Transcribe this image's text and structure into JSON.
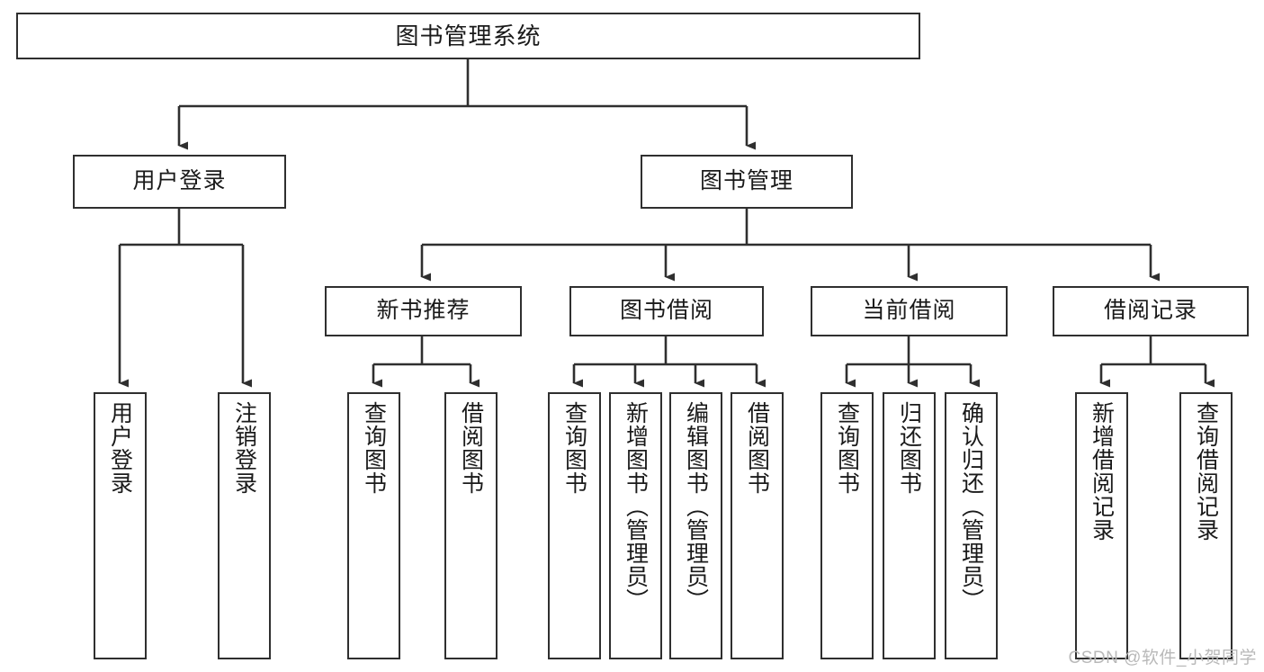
{
  "diagram": {
    "title": "图书管理系统",
    "type": "tree-hierarchy",
    "root": {
      "label": "图书管理系统"
    },
    "level2": [
      {
        "label": "用户登录"
      },
      {
        "label": "图书管理"
      }
    ],
    "level3": [
      {
        "label": "新书推荐"
      },
      {
        "label": "图书借阅"
      },
      {
        "label": "当前借阅"
      },
      {
        "label": "借阅记录"
      }
    ],
    "leaves": {
      "user_login": [
        {
          "label": "用户登录"
        },
        {
          "label": "注销登录"
        }
      ],
      "new_book_recommend": [
        {
          "label": "查询图书"
        },
        {
          "label": "借阅图书"
        }
      ],
      "book_borrow": [
        {
          "label": "查询图书"
        },
        {
          "label": "新增图书（管理员）"
        },
        {
          "label": "编辑图书（管理员）"
        },
        {
          "label": "借阅图书"
        }
      ],
      "current_borrow": [
        {
          "label": "查询图书"
        },
        {
          "label": "归还图书"
        },
        {
          "label": "确认归还（管理员）"
        }
      ],
      "borrow_record": [
        {
          "label": "新增借阅记录"
        },
        {
          "label": "查询借阅记录"
        }
      ]
    }
  },
  "watermark": {
    "text": "CSDN @软件_小贺同学"
  },
  "colors": {
    "border": "#2f2f2f",
    "background": "#ffffff",
    "text": "#1a1a1a",
    "watermark": "#b9b9b9"
  }
}
